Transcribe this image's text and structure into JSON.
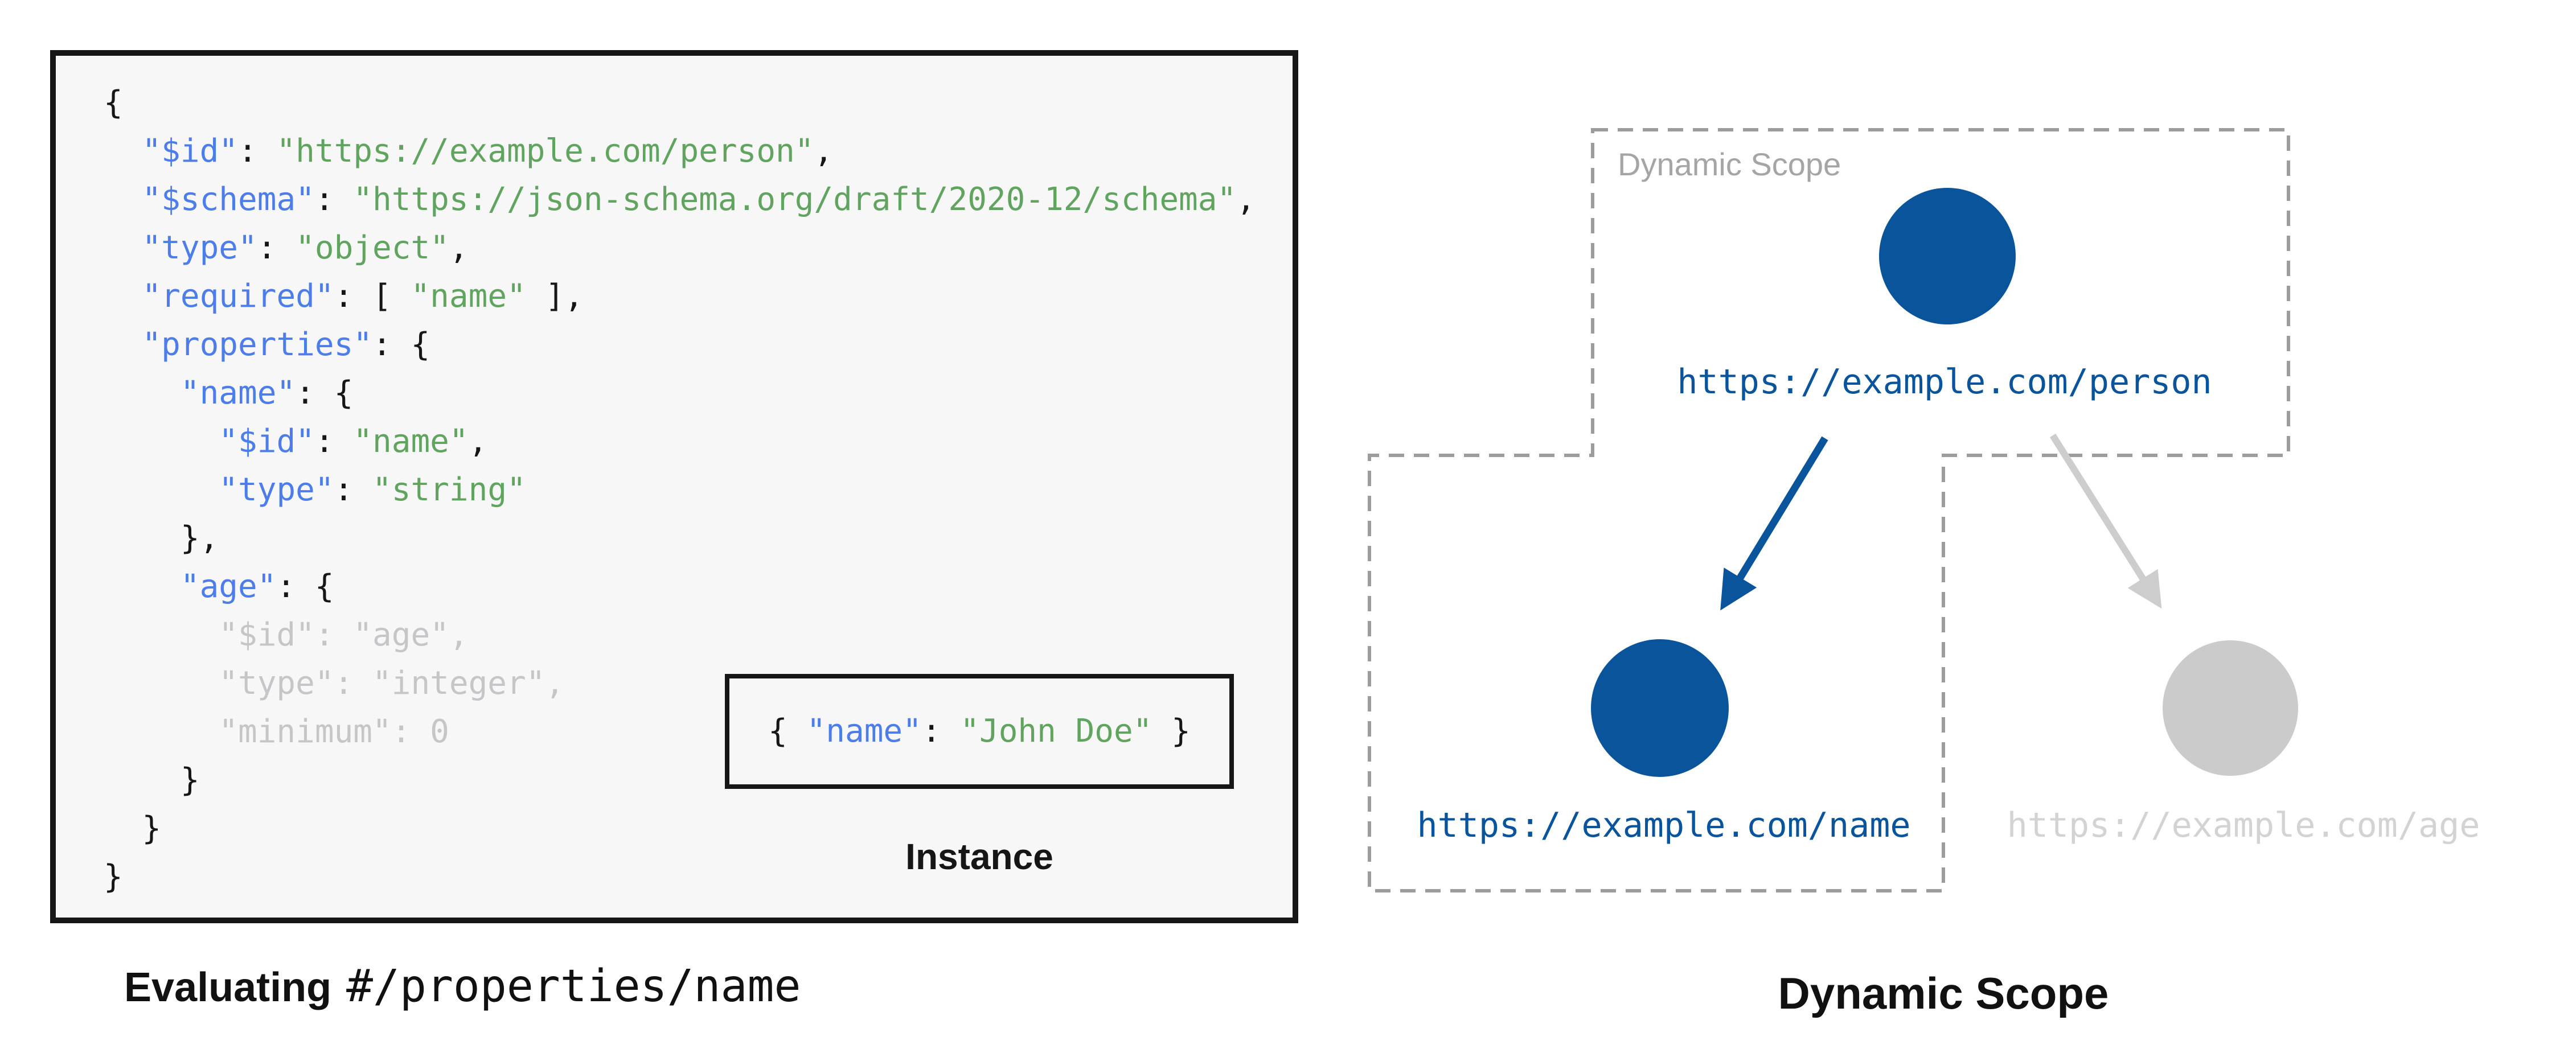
{
  "colors": {
    "node_blue": "#0a549b",
    "age_gray": "#cbcbcb",
    "arrow_gray": "#cdcdcd",
    "key_blue": "#4d7de8",
    "string_green": "#61a45f",
    "muted_gray": "#c6c6c8",
    "punct_black": "#161616",
    "dashed_gray": "#9c9c9c",
    "scope_label_gray": "#a5a5a5",
    "age_label_gray": "#d3d3d3",
    "panel_bg": "#f7f7f8",
    "caption_black": "#111111"
  },
  "schema_panel": {
    "code_lines": [
      [
        [
          "p",
          "{"
        ]
      ],
      [
        [
          "p",
          "  "
        ],
        [
          "k",
          "\"$id\""
        ],
        [
          "p",
          ": "
        ],
        [
          "s",
          "\"https://example.com/person\""
        ],
        [
          "p",
          ","
        ]
      ],
      [
        [
          "p",
          "  "
        ],
        [
          "k",
          "\"$schema\""
        ],
        [
          "p",
          ": "
        ],
        [
          "s",
          "\"https://json-schema.org/draft/2020-12/schema\""
        ],
        [
          "p",
          ","
        ]
      ],
      [
        [
          "p",
          "  "
        ],
        [
          "k",
          "\"type\""
        ],
        [
          "p",
          ": "
        ],
        [
          "s",
          "\"object\""
        ],
        [
          "p",
          ","
        ]
      ],
      [
        [
          "p",
          "  "
        ],
        [
          "k",
          "\"required\""
        ],
        [
          "p",
          ": [ "
        ],
        [
          "s",
          "\"name\""
        ],
        [
          "p",
          " ],"
        ]
      ],
      [
        [
          "p",
          "  "
        ],
        [
          "k",
          "\"properties\""
        ],
        [
          "p",
          ": {"
        ]
      ],
      [
        [
          "p",
          "    "
        ],
        [
          "k",
          "\"name\""
        ],
        [
          "p",
          ": {"
        ]
      ],
      [
        [
          "p",
          "      "
        ],
        [
          "k",
          "\"$id\""
        ],
        [
          "p",
          ": "
        ],
        [
          "s",
          "\"name\""
        ],
        [
          "p",
          ","
        ]
      ],
      [
        [
          "p",
          "      "
        ],
        [
          "k",
          "\"type\""
        ],
        [
          "p",
          ": "
        ],
        [
          "s",
          "\"string\""
        ]
      ],
      [
        [
          "p",
          "    },"
        ]
      ],
      [
        [
          "p",
          "    "
        ],
        [
          "k",
          "\"age\""
        ],
        [
          "p",
          ": {"
        ]
      ],
      [
        [
          "g",
          "      \"$id\": \"age\","
        ]
      ],
      [
        [
          "g",
          "      \"type\": \"integer\","
        ]
      ],
      [
        [
          "g",
          "      \"minimum\": 0"
        ]
      ],
      [
        [
          "p",
          "    }"
        ]
      ],
      [
        [
          "p",
          "  }"
        ]
      ],
      [
        [
          "p",
          "}"
        ]
      ]
    ],
    "instance": {
      "tokens": [
        [
          "p",
          "{ "
        ],
        [
          "k",
          "\"name\""
        ],
        [
          "p",
          ": "
        ],
        [
          "s",
          "\"John Doe\""
        ],
        [
          "p",
          " }"
        ]
      ],
      "label": "Instance"
    },
    "caption": {
      "bold": "Evaluating",
      "mono": "#/properties/name"
    }
  },
  "diagram": {
    "scope_label": "Dynamic Scope",
    "caption": "Dynamic Scope",
    "nodes": [
      {
        "id": "person",
        "label": "https://example.com/person",
        "state": "in-scope"
      },
      {
        "id": "name",
        "label": "https://example.com/name",
        "state": "in-scope"
      },
      {
        "id": "age",
        "label": "https://example.com/age",
        "state": "out-of-scope"
      }
    ]
  }
}
